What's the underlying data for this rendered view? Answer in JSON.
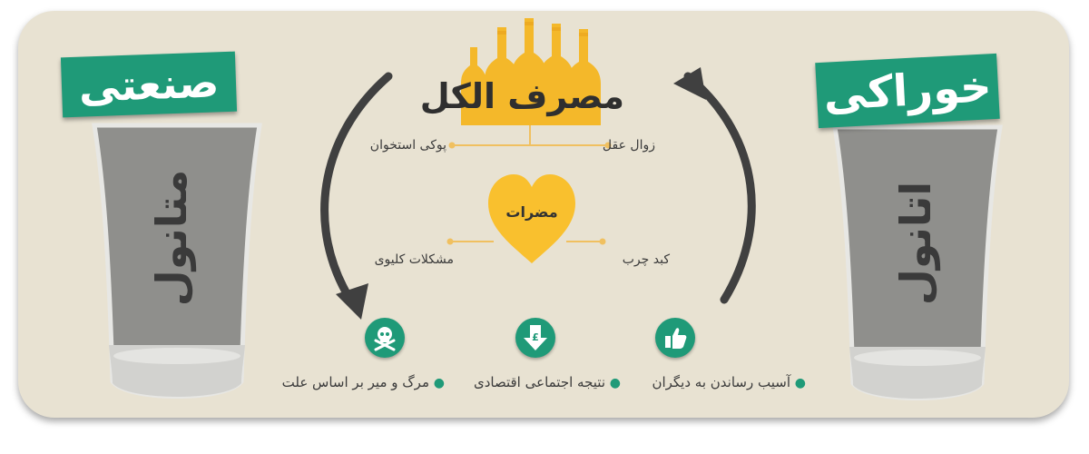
{
  "left_panel": {
    "label": "صنعتی",
    "glass_text": "متانول"
  },
  "right_panel": {
    "label": "خوراکی",
    "glass_text": "اتانول"
  },
  "center": {
    "title": "مصرف الکل",
    "effect_left": "پوکی استخوان",
    "effect_right": "زوال عقل",
    "heart_label": "مضرات",
    "harm_left": "مشکلات کلیوی",
    "harm_right": "کبد چرب"
  },
  "bottom_items": [
    {
      "icon": "skull-crossbones-icon",
      "text": "مرگ و میر بر اساس علت"
    },
    {
      "icon": "downward-arrow-pound-icon",
      "text": "نتیجه اجتماعی اقتصادی"
    },
    {
      "icon": "thumbs-up-icon",
      "text": "آسیب رساندن به دیگران"
    }
  ],
  "colors": {
    "background": "#e8e2d2",
    "accent_green": "#1f9a78",
    "bottle_yellow": "#f4b82a",
    "heart_yellow": "#f9c02e",
    "arrow_dark": "#404040",
    "glass_gray": "#8f8f8c"
  }
}
